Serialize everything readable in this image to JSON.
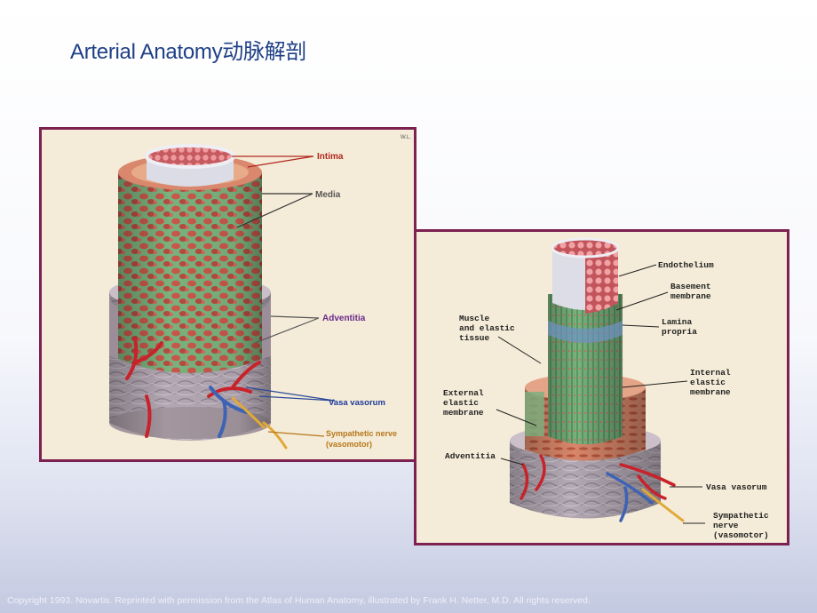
{
  "slide": {
    "title": "Arterial Anatomy动脉解剖",
    "copyright": "Copyright 1993. Novartis. Reprinted with permission from the Atlas of Human Anatomy, illustrated by Frank H. Netter, M.D. All rights reserved."
  },
  "left_figure": {
    "corner_mark": "W.L.",
    "labels": {
      "intima": "Intima",
      "media": "Media",
      "adventitia": "Adventitia",
      "vasa_vasorum": "Vasa vasorum",
      "sympathetic_line1": "Sympathetic nerve",
      "sympathetic_line2": "(vasomotor)"
    }
  },
  "right_figure": {
    "labels": {
      "endothelium": "Endothelium",
      "basement_1": "Basement",
      "basement_2": "membrane",
      "lamina_1": "Lamina",
      "lamina_2": "propria",
      "muscle_1": "Muscle",
      "muscle_2": "and elastic",
      "muscle_3": "tissue",
      "internal_1": "Internal",
      "internal_2": "elastic",
      "internal_3": "membrane",
      "external_1": "External",
      "external_2": "elastic",
      "external_3": "membrane",
      "adventitia": "Adventitia",
      "vasa_vasorum": "Vasa vasorum",
      "sympathetic_1": "Sympathetic",
      "sympathetic_2": "nerve",
      "sympathetic_3": "(vasomotor)"
    }
  },
  "colors": {
    "title": "#1f3f86",
    "frame": "#7d2150",
    "panel_bg": "#f4ecd8",
    "intima_label": "#b0281e",
    "adventitia_label": "#6a2a8a",
    "vasa_label": "#1e3a9a",
    "nerve_label": "#b8761a"
  }
}
